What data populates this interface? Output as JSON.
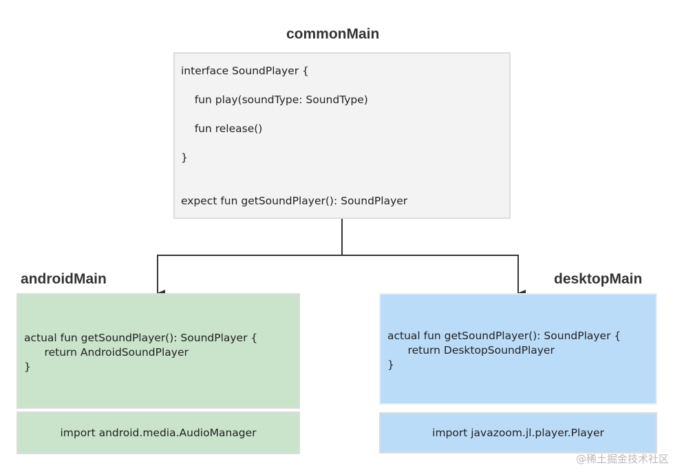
{
  "common": {
    "title": "commonMain",
    "lines": [
      "interface SoundPlayer {",
      "    fun play(soundType: SoundType)",
      "    fun release()",
      "}",
      "expect fun getSoundPlayer(): SoundPlayer"
    ]
  },
  "android": {
    "title": "androidMain",
    "lines": [
      "actual fun getSoundPlayer(): SoundPlayer {",
      "      return AndroidSoundPlayer",
      "}"
    ],
    "import": "import android.media.AudioManager",
    "color": "#c9e4cb"
  },
  "desktop": {
    "title": "desktopMain",
    "lines": [
      "actual fun getSoundPlayer(): SoundPlayer {",
      "      return DesktopSoundPlayer",
      "}"
    ],
    "import": "import javazoom.jl.player.Player",
    "color": "#bbdcf8"
  },
  "watermark": "@稀土掘金技术社区"
}
